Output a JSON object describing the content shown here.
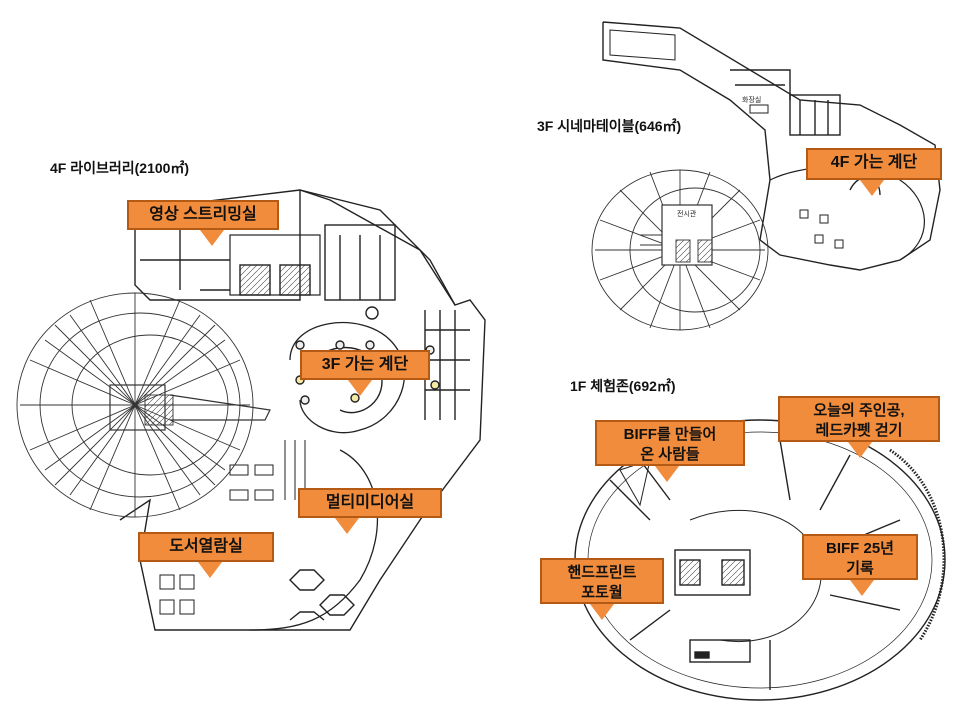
{
  "floors": {
    "f4": {
      "title": "4F 라이브러리(2100㎡)"
    },
    "f3": {
      "title": "3F 시네마테이블(646㎡)"
    },
    "f1": {
      "title": "1F 체험존(692㎡)"
    }
  },
  "callouts": {
    "video_streaming": "영상 스트리밍실",
    "stairs_to_3f": "3F 가는 계단",
    "multimedia_room": "멀티미디어실",
    "reading_room": "도서열람실",
    "stairs_to_4f": "4F 가는 계단",
    "biff_makers": "BIFF를 만들어\n온 사람들",
    "red_carpet": "오늘의 주인공,\n레드카펫 걷기",
    "biff_25_record": "BIFF 25년\n기록",
    "handprint_photowall": "핸드프린트\n포토월"
  },
  "room_labels": {
    "restroom": "화장실",
    "exhibition": "전시관"
  },
  "colors": {
    "callout_fill": "#f08c3c",
    "callout_border": "#b45a14",
    "line": "#222222"
  }
}
